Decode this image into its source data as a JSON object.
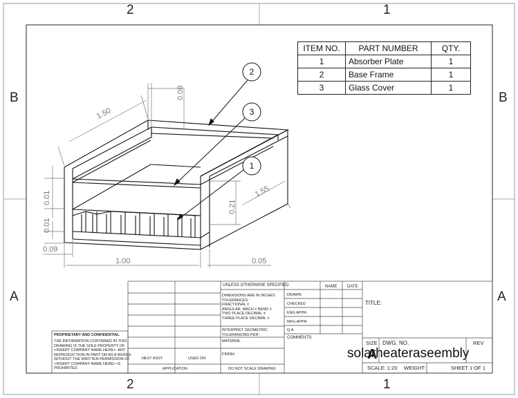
{
  "zones": {
    "top": [
      "2",
      "1"
    ],
    "bottom": [
      "2",
      "1"
    ],
    "left": [
      "B",
      "A"
    ],
    "right": [
      "B",
      "A"
    ]
  },
  "bom": {
    "headers": [
      "ITEM NO.",
      "PART NUMBER",
      "QTY."
    ],
    "rows": [
      {
        "item": "1",
        "part": "Absorber Plate",
        "qty": "1"
      },
      {
        "item": "2",
        "part": "Base Frame",
        "qty": "1"
      },
      {
        "item": "3",
        "part": "Glass Cover",
        "qty": "1"
      }
    ]
  },
  "balloons": [
    "2",
    "3",
    "1"
  ],
  "dimensions": {
    "d150": "1.50",
    "d008": "0.08",
    "d155": "1.55",
    "d001a": "0.01",
    "d021": "0.21",
    "d001b": "0.01",
    "d009": "0.09",
    "d100": "1.00",
    "d005": "0.05"
  },
  "title_block": {
    "unless": "UNLESS OTHERWISE SPECIFIED:",
    "name": "NAME",
    "date": "DATE",
    "dims_line1": "DIMENSIONS ARE IN INCHES",
    "dims_line2": "TOLERANCES:",
    "dims_line3": "FRACTIONAL ±",
    "dims_line4": "ANGULAR: MACH ±    BEND ±",
    "dims_line5": "TWO PLACE DECIMAL    ±",
    "dims_line6": "THREE PLACE DECIMAL   ±",
    "drawn": "DRAWN",
    "checked": "CHECKED",
    "eng_appr": "ENG APPR.",
    "mfg_appr": "MFG APPR.",
    "qa": "Q.A.",
    "comments": "COMMENTS:",
    "title_label": "TITLE:",
    "interpret1": "INTERPRET GEOMETRIC",
    "interpret2": "TOLERANCING PER:",
    "material": "MATERIAL",
    "finish": "FINISH",
    "next_assy": "NEXT ASSY",
    "used_on": "USED ON",
    "application": "APPLICATION",
    "do_not_scale": "DO NOT SCALE DRAWING",
    "prop_title": "PROPRIETARY AND CONFIDENTIAL",
    "prop_lines": [
      "THE INFORMATION CONTAINED IN THIS",
      "DRAWING IS THE SOLE PROPERTY OF",
      "<INSERT COMPANY NAME HERE>.  ANY",
      "REPRODUCTION IN PART OR AS A WHOLE",
      "WITHOUT THE WRITTEN PERMISSION OF",
      "<INSERT COMPANY NAME HERE> IS",
      "PROHIBITED."
    ],
    "size_label": "SIZE",
    "size_value": "A",
    "dwg_no_label": "DWG.  NO.",
    "rev_label": "REV",
    "dwg_name": "solarheateraseembly",
    "scale": "SCALE: 1:20",
    "weight": "WEIGHT:",
    "sheet": "SHEET 1 OF 1"
  }
}
